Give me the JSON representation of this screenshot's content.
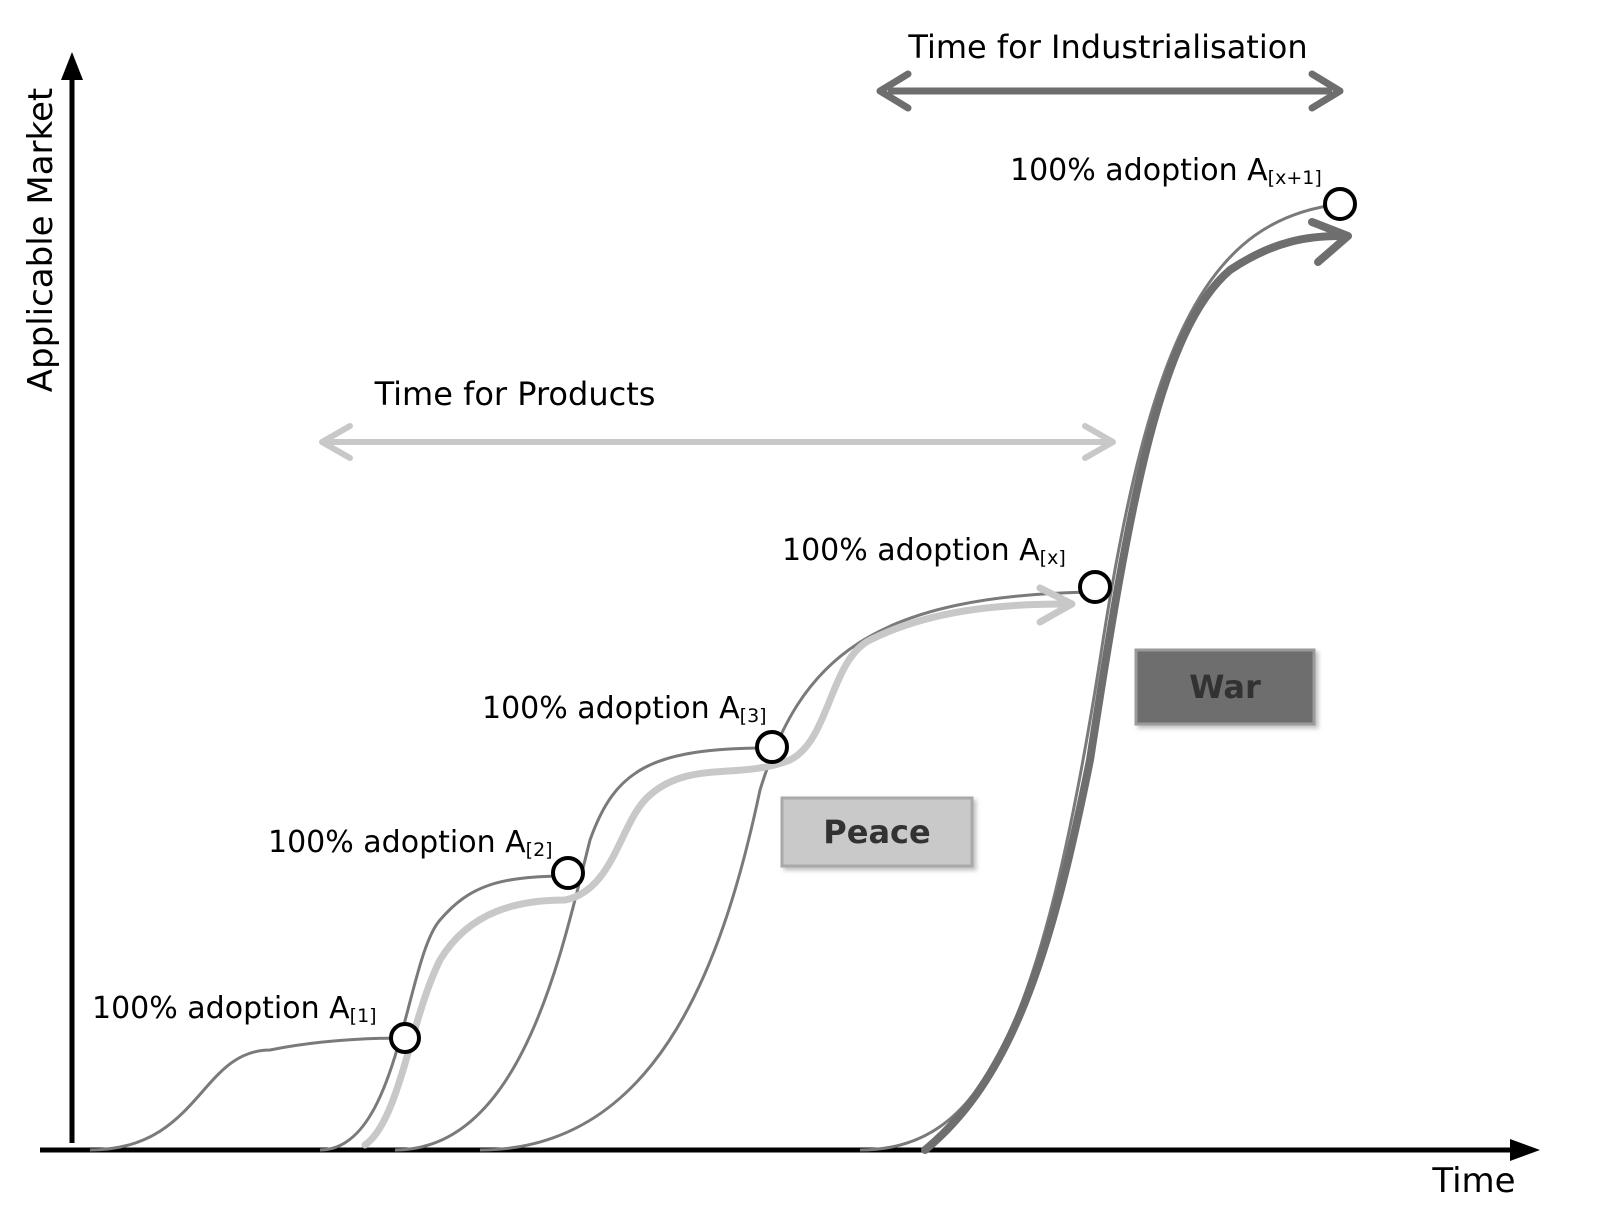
{
  "diagram": {
    "axes": {
      "y_label": "Applicable Market",
      "x_label": "Time"
    },
    "spans": {
      "industrialisation": "Time for Industrialisation",
      "products": "Time for Products"
    },
    "milestones": [
      {
        "label": "100% adoption A",
        "sub": "[1]"
      },
      {
        "label": "100% adoption A",
        "sub": "[2]"
      },
      {
        "label": "100% adoption A",
        "sub": "[3]"
      },
      {
        "label": "100% adoption A",
        "sub": "[x]"
      },
      {
        "label": "100% adoption A",
        "sub": "[x+1]"
      }
    ],
    "boxes": {
      "peace": "Peace",
      "war": "War"
    },
    "colors": {
      "axis": "#000000",
      "curve": "#7a7a7a",
      "peace_arrow": "#c8c8c8",
      "war_arrow": "#6e6e6e",
      "peace_box": "#c9c9c9",
      "war_box": "#6e6e6e"
    }
  }
}
